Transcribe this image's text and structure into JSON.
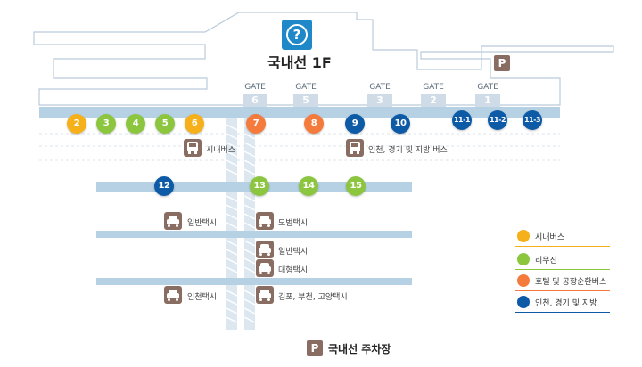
{
  "title": "국내선 1F",
  "gates": [
    {
      "label": "GATE",
      "num": "6"
    },
    {
      "label": "GATE",
      "num": "5"
    },
    {
      "label": "GATE",
      "num": "3"
    },
    {
      "label": "GATE",
      "num": "2"
    },
    {
      "label": "GATE",
      "num": "1"
    }
  ],
  "stops": [
    {
      "num": "2",
      "color": "#f5b01a"
    },
    {
      "num": "3",
      "color": "#8cc63f"
    },
    {
      "num": "4",
      "color": "#8cc63f"
    },
    {
      "num": "5",
      "color": "#8cc63f"
    },
    {
      "num": "6",
      "color": "#f5b01a"
    },
    {
      "num": "7",
      "color": "#f47b3c"
    },
    {
      "num": "8",
      "color": "#f47b3c"
    },
    {
      "num": "9",
      "color": "#0d5aa7"
    },
    {
      "num": "10",
      "color": "#0d5aa7"
    },
    {
      "num": "11-1",
      "color": "#0d5aa7"
    },
    {
      "num": "11-2",
      "color": "#0d5aa7"
    },
    {
      "num": "11-3",
      "color": "#0d5aa7"
    },
    {
      "num": "12",
      "color": "#0d5aa7"
    },
    {
      "num": "13",
      "color": "#8cc63f"
    },
    {
      "num": "14",
      "color": "#8cc63f"
    },
    {
      "num": "15",
      "color": "#8cc63f"
    }
  ],
  "labels": {
    "city_bus": "시내버스",
    "incheon_bus": "인천, 경기 및 지방 버스",
    "taxi_general_1": "일반택시",
    "taxi_model": "모범택시",
    "taxi_general_2": "일반택시",
    "taxi_large": "대형택시",
    "taxi_incheon": "인천택시",
    "taxi_gimpo": "김포, 부천, 고양택시"
  },
  "legend": [
    {
      "label": "시내버스",
      "color": "#f5b01a"
    },
    {
      "label": "리무진",
      "color": "#8cc63f"
    },
    {
      "label": "호텔 및 공항순환버스",
      "color": "#f47b3c"
    },
    {
      "label": "인천, 경기 및 지방",
      "color": "#0d5aa7"
    }
  ],
  "parking": {
    "symbol": "P",
    "label": "국내선 주차장"
  },
  "icons": {
    "info": "question-mark-icon",
    "bus": "bus-icon",
    "taxi": "taxi-icon",
    "parking": "parking-icon"
  }
}
